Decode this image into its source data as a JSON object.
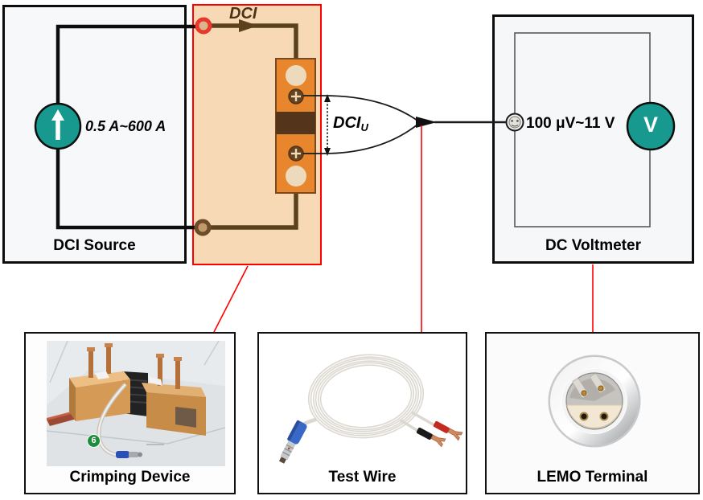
{
  "diagram": {
    "flow_label": "DCI",
    "source": {
      "range": "0.5 A~600 A",
      "label": "DCI Source"
    },
    "shunt_measurement": {
      "main": "DCI",
      "sub": "U"
    },
    "voltmeter": {
      "range": "100 μV~11 V",
      "symbol": "V",
      "label": "DC Voltmeter"
    }
  },
  "photos": {
    "crimping": {
      "label": "Crimping Device",
      "badge": "6"
    },
    "test_wire": {
      "label": "Test Wire"
    },
    "lemo": {
      "label": "LEMO Terminal"
    }
  },
  "colors": {
    "accent_teal": "#18998F",
    "highlight_region_fill": "#F8D9B6",
    "highlight_region_border": "#FF0000",
    "shunt_orange": "#E8862D",
    "wire_brown": "#5A421F",
    "connector_red": "#E8382A",
    "callout_line_red": "#FF0000"
  }
}
